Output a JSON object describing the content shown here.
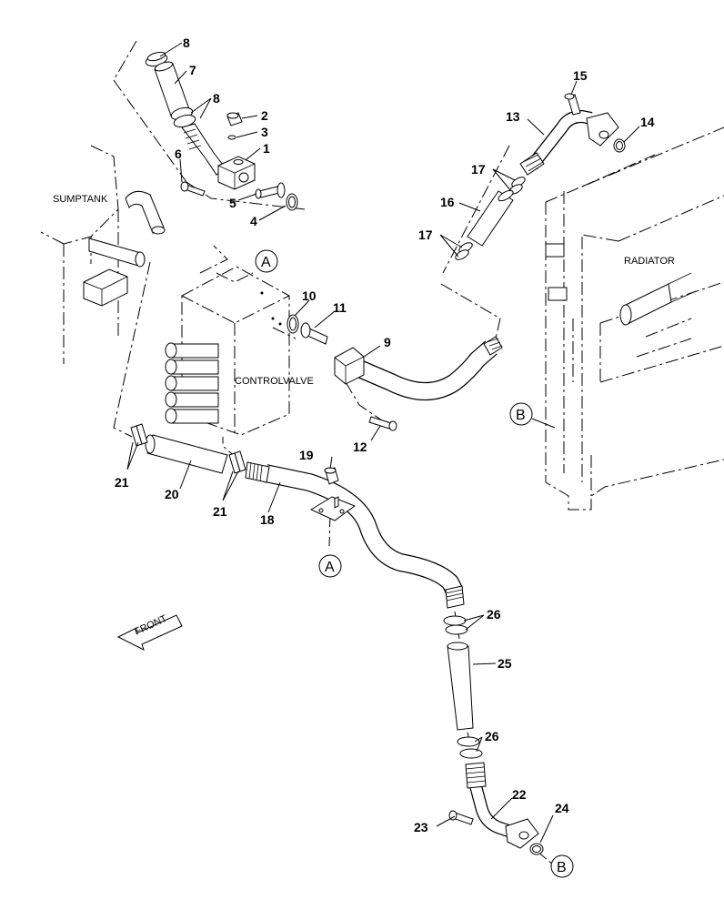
{
  "labels": {
    "sumptank": "SUMPTANK",
    "radiator": "RADIATOR",
    "controlvalve": "CONTROLVALVE",
    "front": "FRONT"
  },
  "callouts": {
    "p1": "1",
    "p2": "2",
    "p3": "3",
    "p4": "4",
    "p5": "5",
    "p6": "6",
    "p7": "7",
    "p8a": "8",
    "p8b": "8",
    "p9": "9",
    "p10": "10",
    "p11": "11",
    "p12": "12",
    "p13": "13",
    "p14": "14",
    "p15": "15",
    "p16": "16",
    "p17a": "17",
    "p17b": "17",
    "p18": "18",
    "p19": "19",
    "p20": "20",
    "p21a": "21",
    "p21b": "21",
    "p22": "22",
    "p23": "23",
    "p24": "24",
    "p25": "25",
    "p26a": "26",
    "p26b": "26"
  },
  "refs": {
    "a_top": "A",
    "a_bottom": "A",
    "b_right": "B",
    "b_bottom": "B"
  }
}
